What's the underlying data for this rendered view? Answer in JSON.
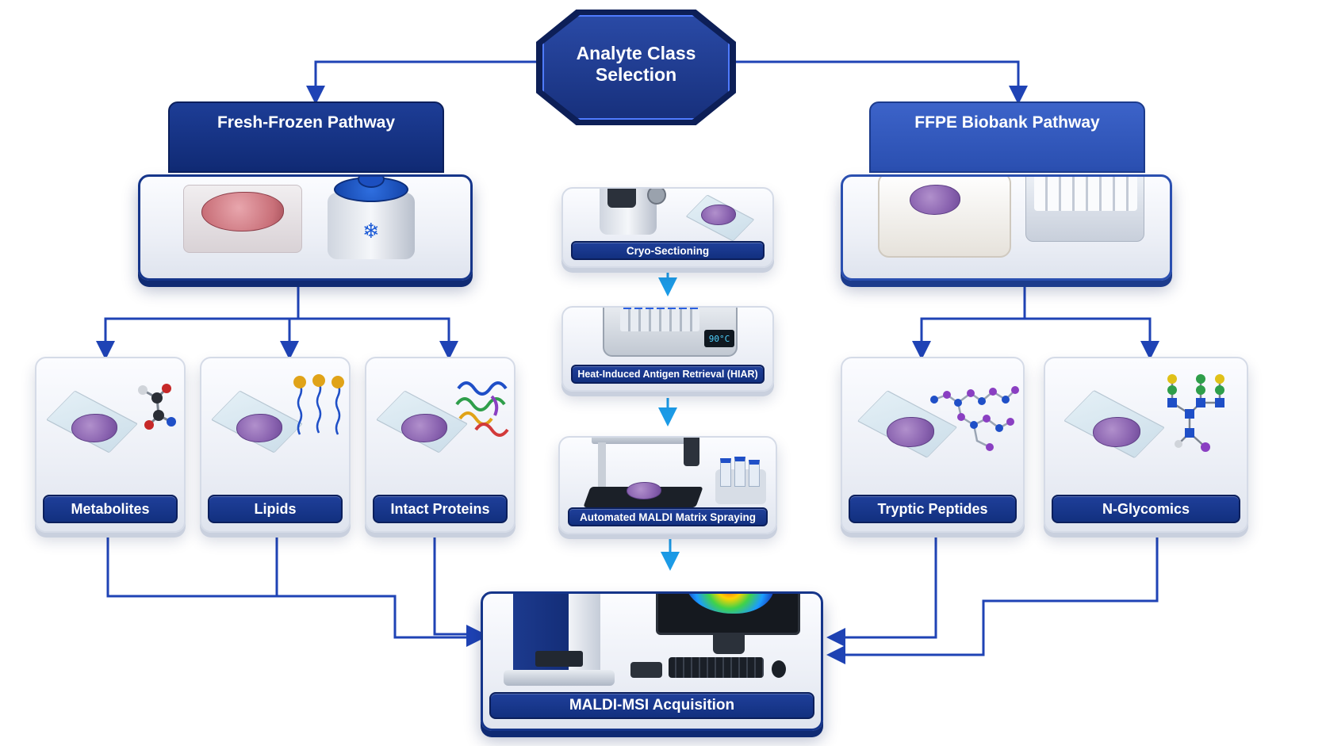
{
  "root": {
    "title": "Analyte Class Selection"
  },
  "pathways": {
    "fresh_frozen": {
      "title": "Fresh-Frozen Pathway"
    },
    "ffpe": {
      "title": "FFPE Biobank Pathway"
    }
  },
  "steps": {
    "cryo": "Cryo-Sectioning",
    "hiar": "Heat-Induced Antigen Retrieval (HIAR)",
    "spray": "Automated MALDI Matrix Spraying",
    "hiar_display": "90°C"
  },
  "analytes": {
    "metabolites": "Metabolites",
    "lipids": "Lipids",
    "intact_proteins": "Intact Proteins",
    "tryptic_peptides": "Tryptic Peptides",
    "n_glycomics": "N-Glycomics"
  },
  "acquisition": {
    "title": "MALDI-MSI Acquisition"
  },
  "colors": {
    "navy": "#12307f",
    "arrow_blue": "#1f43b5",
    "arrow_cyan": "#1c9be6"
  }
}
